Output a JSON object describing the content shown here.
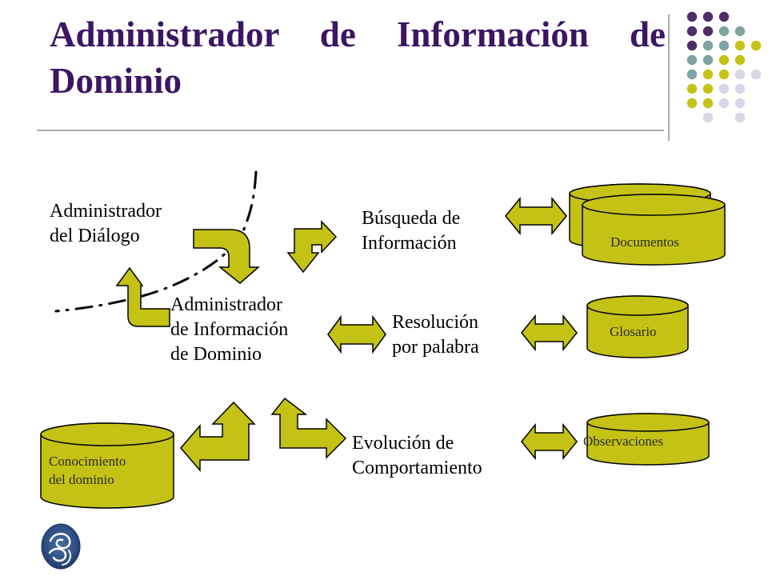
{
  "slide": {
    "title": "Administrador de Información de Dominio"
  },
  "diagram": {
    "dialog_manager": [
      "Administrador",
      "del Diálogo"
    ],
    "domain_manager": [
      "Administrador",
      "de Información",
      "de Dominio"
    ],
    "info_search": [
      "Búsqueda de",
      "Información"
    ],
    "word_resolution": [
      "Resolución",
      "por palabra"
    ],
    "behavior_evolution": [
      "Evolución de",
      "Comportamiento"
    ],
    "stores": {
      "documents": "Documentos",
      "glossary": "Glosario",
      "observations": "Observaciones",
      "domain_knowledge": [
        "Conocimiento",
        "del dominio"
      ]
    }
  },
  "colors": {
    "title": "#3c1664",
    "shape_fill": "#c5c216",
    "accent_purple": "#4f2d6b",
    "accent_teal": "#7ea3a0",
    "accent_lilac": "#d8d8e8"
  }
}
